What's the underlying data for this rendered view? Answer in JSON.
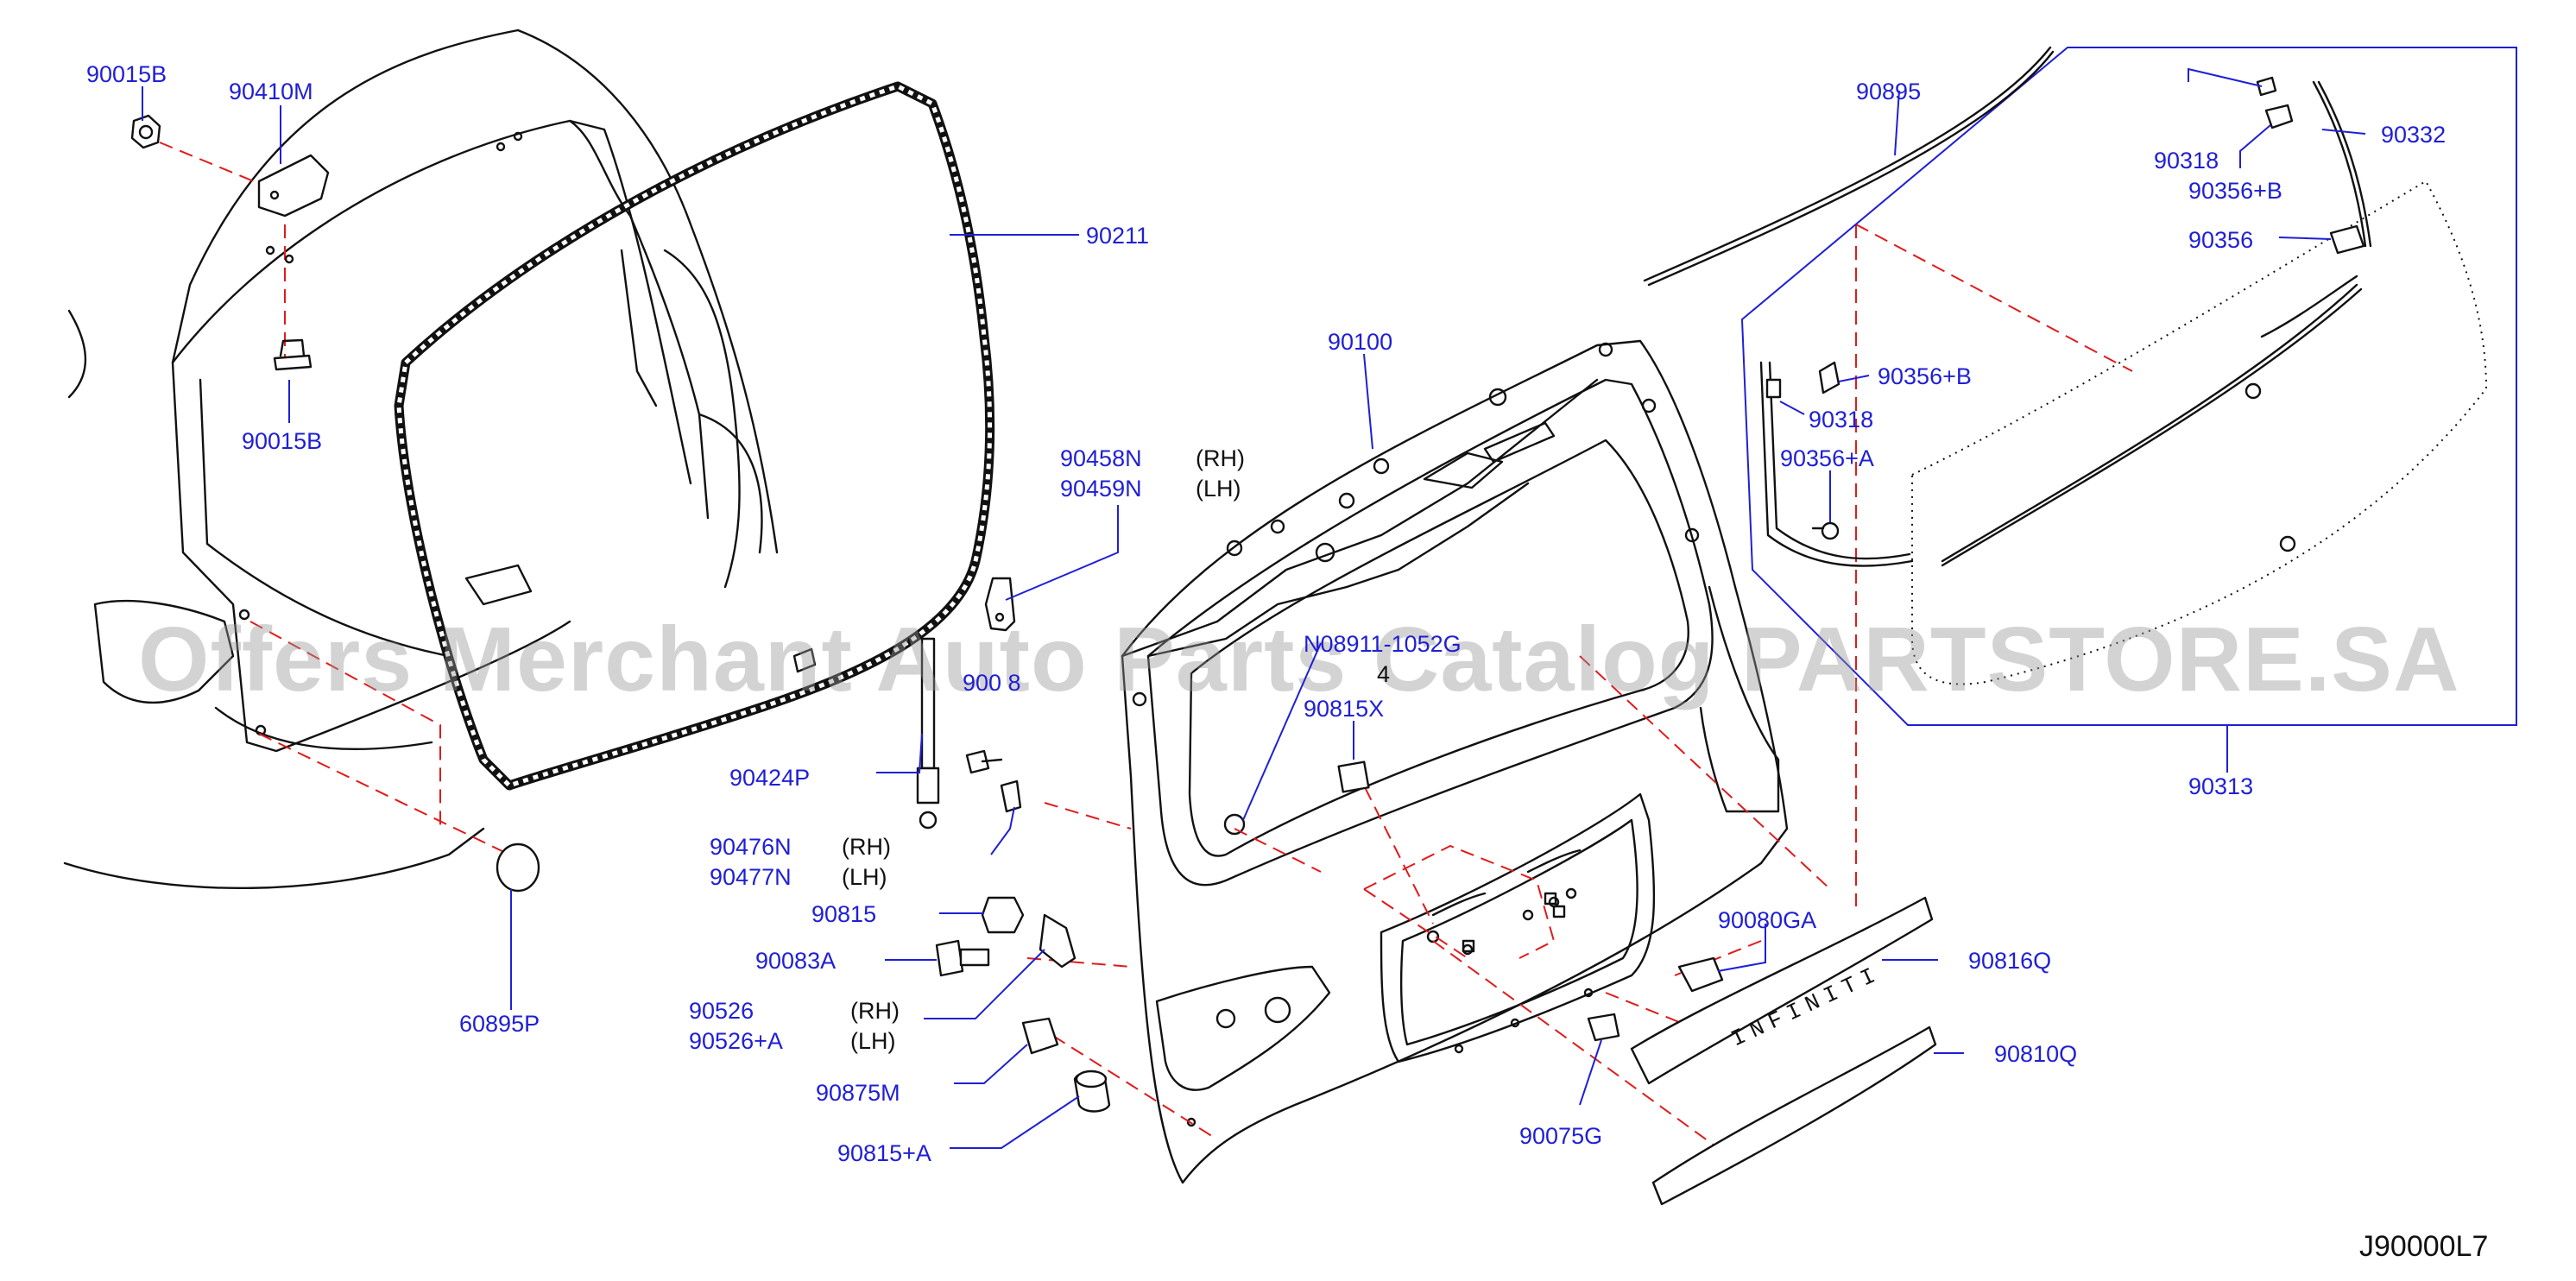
{
  "diagram_code": "J90000L7",
  "watermark": "Offers Merchant Auto Parts Catalog PARTSTORE.SA",
  "emblem_text": "INFINITI",
  "labels": {
    "p90015B_top": "90015B",
    "p90410M": "90410M",
    "p90015B_bot": "90015B",
    "p90211": "90211",
    "p90100": "90100",
    "p90458N": "90458N",
    "p90459N": "90459N",
    "rh_1": "(RH)",
    "lh_1": "(LH)",
    "p90424P": "90424P",
    "p90476N": "90476N",
    "p90477N": "90477N",
    "rh_2": "(RH)",
    "lh_2": "(LH)",
    "p90815": "90815",
    "p90083A": "90083A",
    "p90526": "90526",
    "p90526A": "90526+A",
    "rh_3": "(RH)",
    "lh_3": "(LH)",
    "p90875M": "90875M",
    "p90815A": "90815+A",
    "p60895P": "60895P",
    "p90815X": "90815X",
    "p08911": "N08911-1052G",
    "p_qty": "4",
    "p_900x8": "900 8",
    "p90080GA": "90080GA",
    "p90816Q": "90816Q",
    "p90810Q": "90810Q",
    "p90075G": "90075G",
    "p90895": "90895",
    "p90318_top": "90318",
    "p90332": "90332",
    "p90356B_top": "90356+B",
    "p90356": "90356",
    "p90356B_mid": "90356+B",
    "p90318_mid": "90318",
    "p90356A": "90356+A",
    "p90313": "90313"
  }
}
